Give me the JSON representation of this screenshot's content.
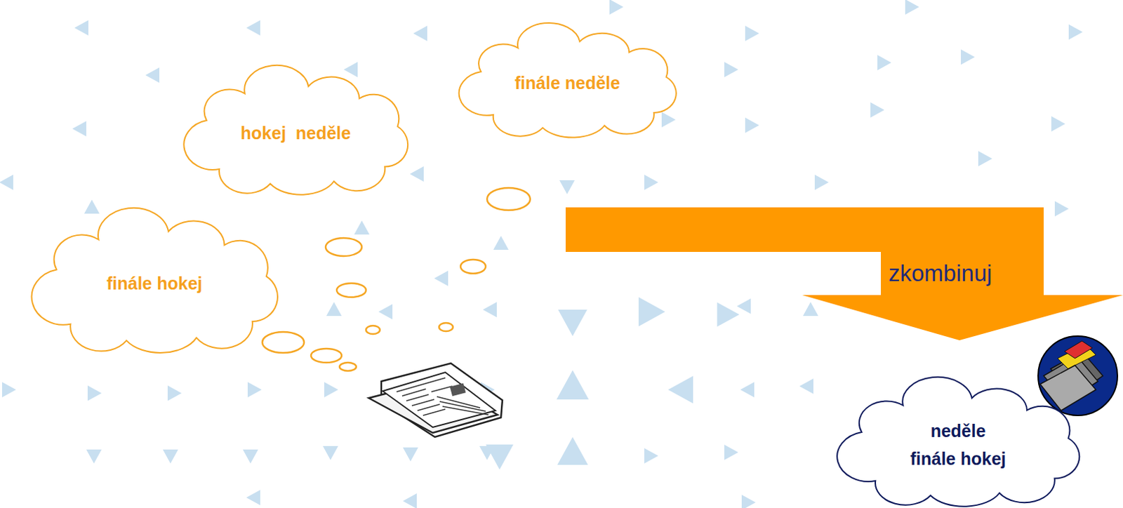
{
  "diagram": {
    "nodes": [
      {
        "text": [
          "finále neděle"
        ]
      },
      {
        "text": [
          "hokej  neděle"
        ]
      },
      {
        "text": [
          "finále hokej"
        ]
      },
      {
        "text": [
          "neděle",
          "finále hokej"
        ]
      }
    ],
    "labels": [
      "zkombinuj"
    ]
  }
}
